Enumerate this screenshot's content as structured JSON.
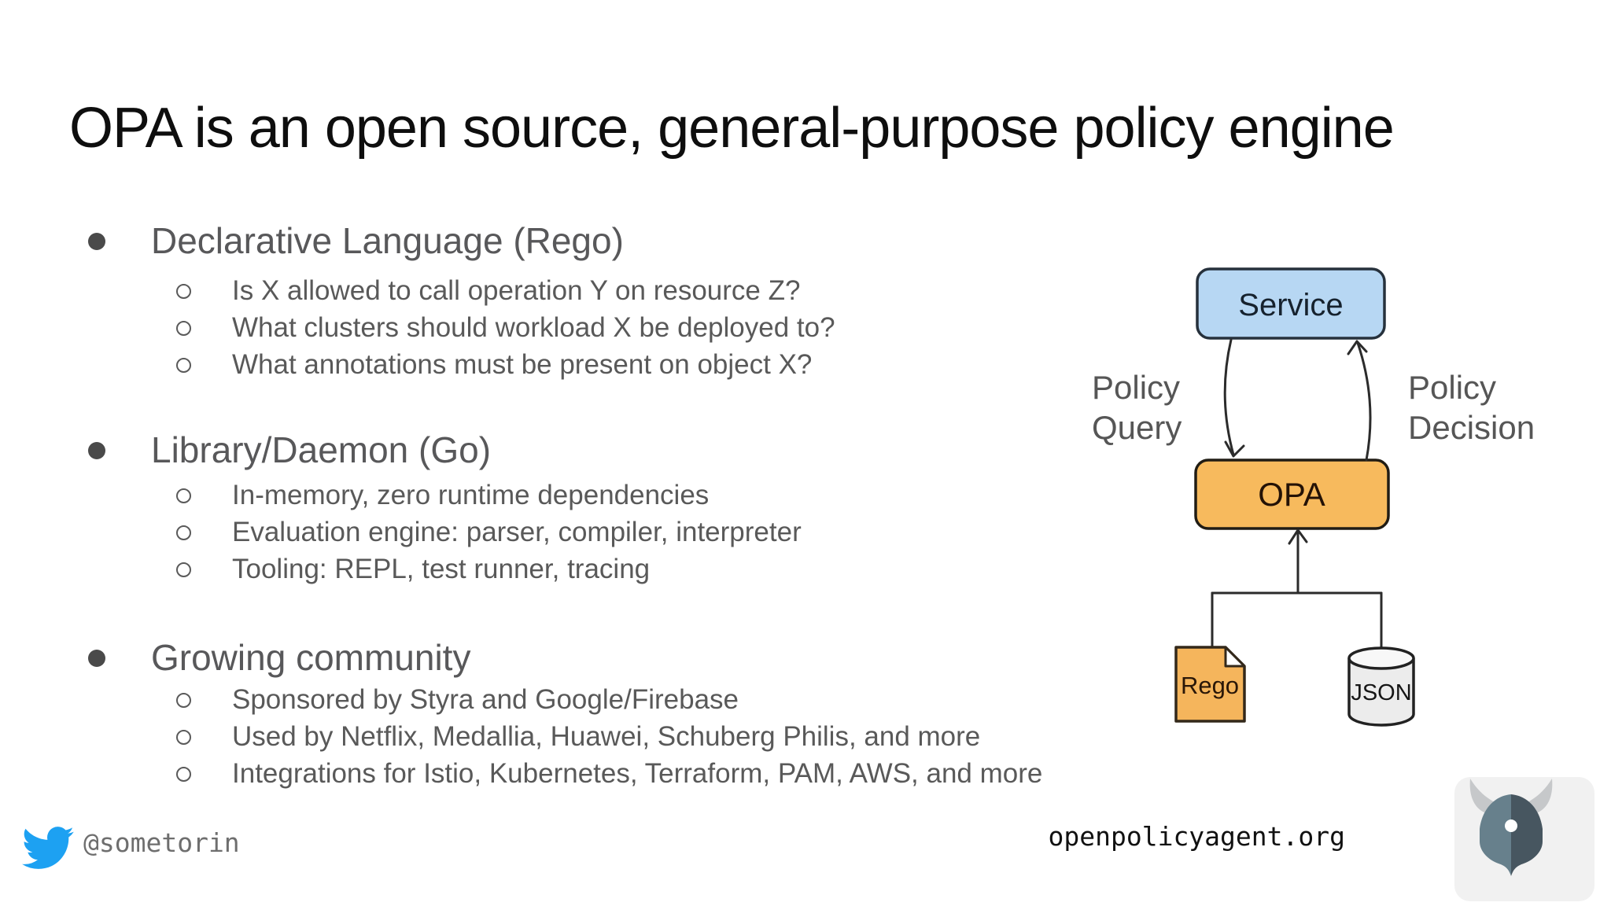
{
  "slide": {
    "title": "OPA is an open source, general-purpose policy engine",
    "sections": [
      {
        "heading": "Declarative Language (Rego)",
        "items": [
          "Is X allowed to call operation Y on resource Z?",
          "What clusters should workload X be deployed to?",
          "What annotations must be present on object X?"
        ]
      },
      {
        "heading": "Library/Daemon (Go)",
        "items": [
          "In-memory, zero runtime dependencies",
          "Evaluation engine: parser, compiler, interpreter",
          "Tooling: REPL, test runner, tracing"
        ]
      },
      {
        "heading": "Growing community",
        "items": [
          "Sponsored by Styra and Google/Firebase",
          "Used by Netflix, Medallia, Huawei, Schuberg Philis, and more",
          "Integrations for Istio, Kubernetes, Terraform, PAM, AWS, and more"
        ]
      }
    ]
  },
  "diagram": {
    "service_label": "Service",
    "opa_label": "OPA",
    "rego_label": "Rego",
    "json_label": "JSON",
    "left_arrow_label_line1": "Policy",
    "left_arrow_label_line2": "Query",
    "right_arrow_label_line1": "Policy",
    "right_arrow_label_line2": "Decision",
    "colors": {
      "service_fill": "#b7d7f3",
      "service_stroke": "#26313c",
      "opa_fill": "#f7ba5d",
      "opa_stroke": "#201c14",
      "rego_fill": "#f5b55c",
      "json_fill": "#ececec"
    }
  },
  "footer": {
    "twitter_handle": "@sometorin",
    "website": "openpolicyagent.org",
    "twitter_icon": "twitter-bird-icon",
    "logo_icon": "opa-viking-helmet-icon",
    "twitter_blue": "#1da1f2"
  }
}
